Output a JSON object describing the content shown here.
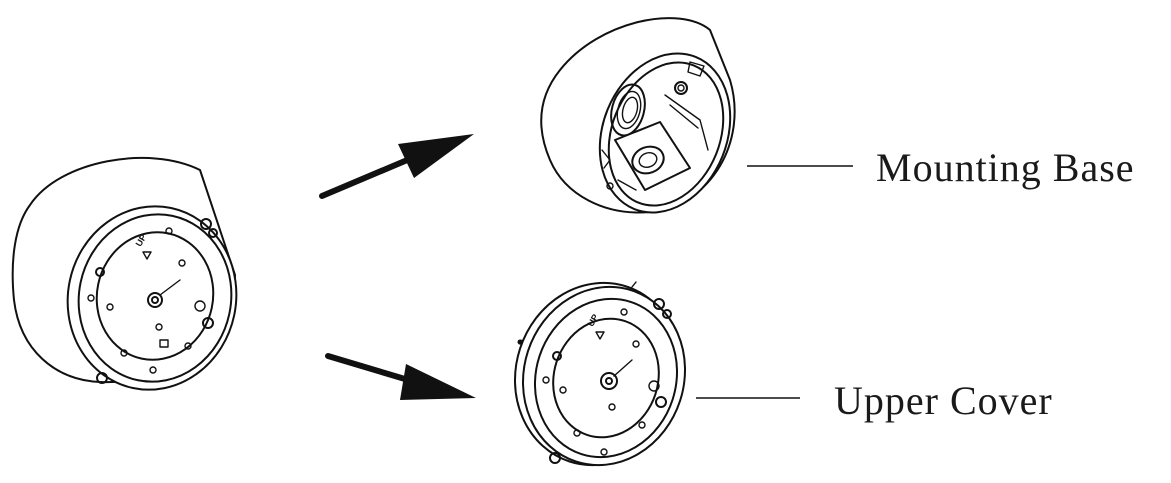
{
  "labels": {
    "mounting_base": "Mounting Base",
    "upper_cover": "Upper Cover"
  },
  "markings": {
    "up": "UP"
  },
  "colors": {
    "line": "#111111",
    "background": "#ffffff"
  },
  "icons": {
    "arrow_to_base": "arrow-icon",
    "arrow_to_cover": "arrow-icon"
  }
}
